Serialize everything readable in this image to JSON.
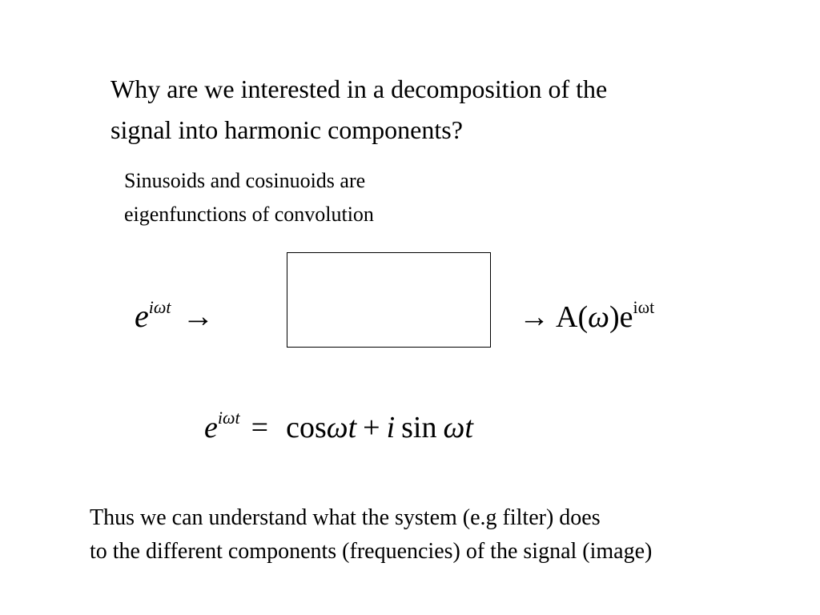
{
  "slide": {
    "heading": {
      "line1": "Why are we interested in a decomposition of the",
      "line2": "signal into harmonic components?"
    },
    "subheading": {
      "line1": "Sinusoids and cosinuoids are",
      "line2": "eigenfunctions of convolution"
    },
    "eigen_diagram": {
      "input_base": "e",
      "input_exponent": "iωt",
      "arrow": "→",
      "output_arrow": "→",
      "output_gain": "A(",
      "output_omega": "ω",
      "output_close": ")e",
      "output_exponent": "iωt"
    },
    "euler_formula": {
      "base": "e",
      "exponent": "iωt",
      "equals": "=",
      "cos": "cos",
      "omega_t_1": "ωt",
      "plus": "+",
      "i": "i",
      "sin": "sin",
      "omega_t_2": "ωt"
    },
    "footer": {
      "line1": "Thus we can understand what the system (e.g filter) does",
      "line2": "to the different components (frequencies) of the signal (image)"
    }
  }
}
